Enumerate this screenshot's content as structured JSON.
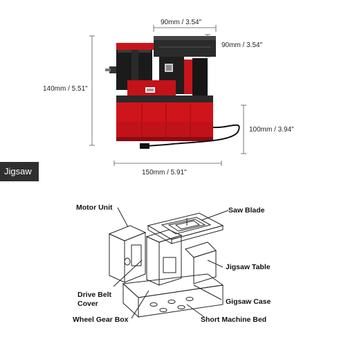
{
  "product": {
    "dimensions": {
      "table_width": "90mm / 3.54\"",
      "table_depth": "90mm / 3.54\"",
      "height": "140mm / 5.51\"",
      "body_height": "100mm / 3.94\"",
      "length": "150mm / 5.91\""
    },
    "mode_tag": "Jigsaw"
  },
  "diagram": {
    "labels": {
      "motor_unit": "Motor Unit",
      "saw_blade": "Saw Blade",
      "jigsaw_table": "Jigsaw Table",
      "drive_belt_line1": "Drive Belt",
      "drive_belt_line2": "Cover",
      "gigsaw_case": "Gigsaw Case",
      "wheel_gear_box": "Wheel Gear Box",
      "short_machine_bed": "Short Machine Bed"
    }
  }
}
